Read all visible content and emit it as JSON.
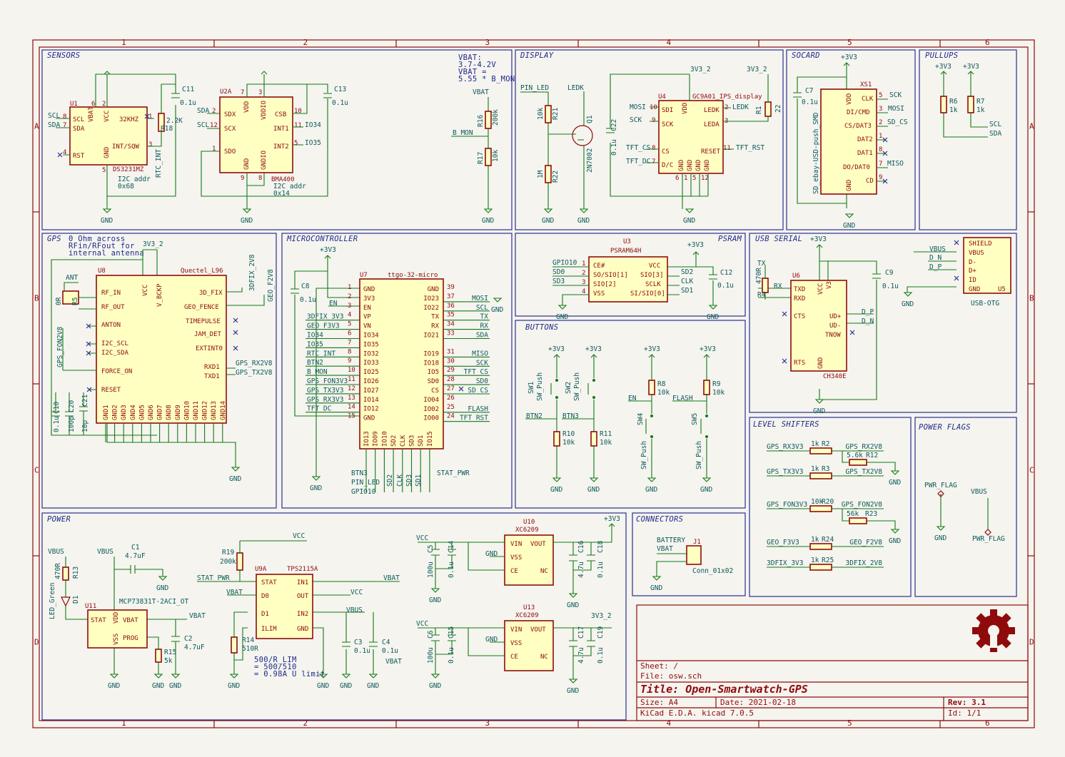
{
  "frame": {
    "col_markers": [
      "1",
      "2",
      "3",
      "4",
      "5",
      "6"
    ],
    "row_markers": [
      "A",
      "B",
      "C",
      "D"
    ]
  },
  "panels": {
    "sensors": "SENSORS",
    "display": "DISPLAY",
    "socard": "SOCARD",
    "pullups": "PULLUPS",
    "gps": "GPS",
    "gps_note": [
      "0 Ohm across",
      "RFin/RFout for",
      "internal antenna"
    ],
    "microcontroller": "MICROCONTROLLER",
    "psram": "PSRAM",
    "usb_serial": "USB SERIAL",
    "buttons": "BUTTONS",
    "level_shifters": "LEVEL SHIFTERS",
    "power_flags": "POWER FLAGS",
    "power": "POWER",
    "connectors": "CONNECTORS"
  },
  "vbat_note": [
    "VBAT:",
    "3.7-4.2V",
    "VBAT =",
    "5.55 * B_MON"
  ],
  "common": {
    "gnd": "GND",
    "v33": "+3V3",
    "v33_2": "3V3_2",
    "vbat": "VBAT",
    "vcc": "VCC",
    "vbus": "VBUS"
  },
  "u1": {
    "ref": "U1",
    "value": "DS3231MZ",
    "note1": "I2C addr",
    "note2": "0x68",
    "pins": [
      "SCL",
      "SDA",
      "RST",
      "32KHZ",
      "INT/SQW",
      "VBAT",
      "VCC",
      "GND"
    ],
    "pin_nums": [
      "8",
      "7",
      "4",
      "1",
      "3",
      "6",
      "2",
      "5"
    ],
    "nets": [
      "SCL",
      "SDA",
      "RTC_INT"
    ]
  },
  "c11": {
    "ref": "C11",
    "value": "0.1u"
  },
  "r18": {
    "ref": "R18",
    "value": "2.2K"
  },
  "u2a": {
    "ref": "U2A",
    "value": "BMA400",
    "note1": "I2C addr",
    "note2": "0x14",
    "pins": [
      "SDX",
      "SCX",
      "SDO",
      "VDD",
      "VDDIO",
      "CSB",
      "INT1",
      "INT2",
      "GND",
      "GNDIO"
    ],
    "pin_nums": [
      "2",
      "12",
      "1",
      "7",
      "3",
      "10",
      "11",
      "5",
      "9",
      "8"
    ],
    "nets": [
      "SDA",
      "SCL",
      "IO34",
      "IO35"
    ]
  },
  "c13": {
    "ref": "C13",
    "value": "0.1u"
  },
  "r16": {
    "ref": "R16",
    "value": "200k"
  },
  "r17": {
    "ref": "R17",
    "value": "10k"
  },
  "b_mon": "B_MON",
  "display": {
    "pin_led": "PIN_LED",
    "ledk": "LEDK",
    "r21": "R21",
    "r21v": "10k",
    "r22": "R22",
    "r22v": "1M",
    "q1": "Q1",
    "q1v": "2N7002",
    "c22": "C22",
    "c22v": "0.1u",
    "u4": "U4",
    "u4v": "GC9A01_IPS_display",
    "pins_l": [
      "SDI",
      "SCK",
      "CS",
      "D/C"
    ],
    "pins_r": [
      "LEDK",
      "LEDA",
      "RESET"
    ],
    "pins_b": [
      "GND",
      "GND",
      "GND",
      "GND"
    ],
    "vdd": "VDD",
    "nets_l": [
      "MOSI",
      "SCK",
      "TFT_CS",
      "TFT_DC"
    ],
    "nums_l": [
      "10",
      "9",
      "8",
      "7"
    ],
    "nets_r": [
      "LEDK",
      "TFT_RST"
    ],
    "nums_r": [
      "2",
      "3",
      "11"
    ],
    "nums_b": [
      "6",
      "1",
      "5",
      "12"
    ],
    "r1": "R1",
    "r1v": "22"
  },
  "socard": {
    "c7": "C7",
    "c7v": "0.1u",
    "xs1": "XS1",
    "xs1v": "SD_ebay-USD-push_SMD",
    "pins": [
      "CLK",
      "DI/CMD",
      "CS/DAT3",
      "DAT2",
      "DAT1",
      "DO/DAT0",
      "CD"
    ],
    "nums": [
      "5",
      "3",
      "2",
      "1",
      "8",
      "7",
      "9"
    ],
    "vdd": "VDD",
    "gnd": "GND",
    "nets": [
      "SCK",
      "MOSI",
      "SD_CS",
      "MISO"
    ]
  },
  "pullups": {
    "r6": "R6",
    "r6v": "1k",
    "r7": "R7",
    "r7v": "1k",
    "nets": [
      "SCL",
      "SDA"
    ]
  },
  "gps": {
    "u8": "U8",
    "u8v": "Quectel_L96",
    "ant": "ANT",
    "r5": "R5",
    "r5v": "0R",
    "pins_l": [
      "RF_IN",
      "RF_OUT",
      "ANTON",
      "I2C_SCL",
      "I2C_SDA",
      "FORCE_ON",
      "RESET"
    ],
    "pins_r": [
      "3D_FIX",
      "GEO_FENCE",
      "TIMEPULSE",
      "JAM_DET",
      "EXTINT0",
      "RXD1",
      "TXD1"
    ],
    "pins_b": [
      "GND1",
      "GND2",
      "GND3",
      "GND4",
      "GND5",
      "GND6",
      "GND7",
      "GND8",
      "GND9",
      "GND10",
      "GND11",
      "GND12",
      "GND13",
      "GND14"
    ],
    "vcc": "VCC",
    "vbckp": "V_BCKP",
    "nets": [
      "GPS_FON2V8",
      "3DFIX_2V8",
      "GEO_F2V8",
      "GPS_RX2V8",
      "GPS_TX2V8"
    ],
    "caps": [
      "C10",
      "C20",
      "C21"
    ],
    "capv": [
      "0.1u",
      "100p",
      "10p"
    ]
  },
  "mcu": {
    "u7": "U7",
    "u7v": "ttgo-32-micro",
    "c8": "C8",
    "c8v": "0.1u",
    "pins_l": [
      "GND",
      "3V3",
      "EN",
      "VP",
      "VN",
      "IO34",
      "IO35",
      "IO32",
      "IO33",
      "IO25",
      "IO26",
      "IO27",
      "IO14",
      "IO12",
      "GND"
    ],
    "nums_l": [
      "1",
      "2",
      "3",
      "4",
      "5",
      "6",
      "7",
      "8",
      "9",
      "10",
      "11",
      "12",
      "13",
      "14",
      "15"
    ],
    "pins_r": [
      "GND",
      "IO23",
      "IO22",
      "TX",
      "RX",
      "IO21",
      "IO19",
      "IO18",
      "IO5",
      "SD0",
      "CS",
      "IO04",
      "IO02",
      "IO00"
    ],
    "nums_r": [
      "39",
      "37",
      "36",
      "35",
      "34",
      "33",
      "31",
      "30",
      "29",
      "28",
      "27",
      "26",
      "25",
      "24"
    ],
    "pins_b": [
      "IO13",
      "IO09",
      "IO10",
      "SD2",
      "CLK",
      "SD3",
      "SD1",
      "IO15"
    ],
    "nets_l": [
      "EN",
      "3DFIX_3V3",
      "GEO_F3V3",
      "IO34",
      "IO35",
      "RTC_INT",
      "BTN2",
      "B_MON",
      "GPS_FON3V3",
      "GPS_TX3V3",
      "GPS_RX3V3",
      "TFT_DC"
    ],
    "nets_r": [
      "MOSI",
      "SCL",
      "TX",
      "RX",
      "SDA",
      "MISO",
      "SCK",
      "TFT_CS",
      "SD0",
      "SD_CS",
      "FLASH",
      "TFT_RST"
    ],
    "nets_b": [
      "BTN3",
      "PIN_LED",
      "GPIO10",
      "SD2",
      "CLK",
      "SD3",
      "SD1",
      "STAT_PWR"
    ]
  },
  "psram": {
    "u3": "U3",
    "u3v": "PSRAM64H",
    "pins_l": [
      "CE#",
      "SO/SIO[1]",
      "SIO[2]",
      "VSS"
    ],
    "pins_r": [
      "VCC",
      "SIO[3]",
      "SCLK",
      "SI/SIO[0]"
    ],
    "nets_l": [
      "GPIO10",
      "SD0",
      "SD3"
    ],
    "nets_r": [
      "SD2",
      "CLK",
      "SD1"
    ],
    "c12": "C12",
    "c12v": "0.1u"
  },
  "usbserial": {
    "u6": "U6",
    "u6v": "CH340E",
    "r4": "R4",
    "r4v": "470R",
    "c9": "C9",
    "c9v": "0.1u",
    "pins": [
      "TXD",
      "RXD",
      "CTS",
      "RTS",
      "VCC",
      "V3",
      "UD+",
      "UD-",
      "TNOW",
      "GND"
    ],
    "nets": [
      "TX",
      "RX",
      "D_P",
      "D_N"
    ],
    "u5": "U5",
    "u5v": "USB-OTG",
    "u5pins": [
      "SHIELD",
      "VBUS",
      "D-",
      "D+",
      "ID",
      "GND"
    ],
    "u5nets": [
      "VBUS",
      "D_N",
      "D_P"
    ]
  },
  "buttons": {
    "sw": [
      "SW1",
      "SW2",
      "SW4",
      "SW5"
    ],
    "swv": "SW_Push",
    "r": [
      "R10",
      "R11",
      "R8",
      "R9"
    ],
    "rv": "10k",
    "nets": [
      "BTN2",
      "BTN3",
      "EN",
      "FLASH"
    ]
  },
  "level": {
    "rows": [
      {
        "l": "GPS_RX3V3",
        "r": "GPS_RX2V8",
        "ref": "R2",
        "val": "1k",
        "ref2": "R12",
        "val2": "5.6k"
      },
      {
        "l": "GPS_TX3V3",
        "r": "GPS_TX2V8",
        "ref": "R3",
        "val": "1k"
      },
      {
        "l": "GPS_FON3V3",
        "r": "GPS_FON2V8",
        "ref": "R20",
        "val": "10k",
        "ref2": "R23",
        "val2": "56k"
      },
      {
        "l": "GEO_F3V3",
        "r": "GEO_F2V8",
        "ref": "R24",
        "val": "1k"
      },
      {
        "l": "3DFIX_3V3",
        "r": "3DFIX_2V8",
        "ref": "R25",
        "val": "1k"
      }
    ]
  },
  "flags": {
    "pwr": "PWR_FLAG"
  },
  "power": {
    "r13": "R13",
    "r13v": "470R",
    "d1": "D1",
    "d1v": "LED_Green",
    "c1": "C1",
    "c1v": "4.7uF",
    "u11": "U11",
    "u11v": "MCP73831T-2ACI_OT",
    "u11pins": [
      "STAT",
      "VDD",
      "VSS",
      "VBAT",
      "PROG"
    ],
    "r15": "R15",
    "r15v": "5k",
    "c2": "C2",
    "c2v": "4.7uF",
    "r19": "R19",
    "r19v": "200k",
    "stat_pwr": "STAT_PWR",
    "u9": "U9A",
    "u9v": "TPS2115A",
    "u9pins": [
      "STAT",
      "D0",
      "D1",
      "ILIM",
      "IN1",
      "OUT",
      "IN2",
      "GND"
    ],
    "r14": "R14",
    "r14v": "510R",
    "note": [
      "500/R_LIM",
      "= 500/510",
      "= 0.98A U limit"
    ],
    "c3": "C3",
    "c3v": "0.1u",
    "c4": "C4",
    "c4v": "0.1u",
    "u10": "U10",
    "u13": "U13",
    "regv": "XC6209",
    "regpins": [
      "VIN",
      "VSS",
      "CE",
      "VOUT",
      "NC"
    ],
    "caps1": [
      "C5",
      "C14",
      "C16",
      "C18"
    ],
    "caps2": [
      "C6",
      "C15",
      "C17",
      "C19"
    ],
    "capv": [
      "100u",
      "0.1u",
      "4.7u",
      "0.1u"
    ]
  },
  "connector": {
    "battery": "BATTERY",
    "j1": "J1",
    "j1v": "Conn_01x02"
  },
  "titleblock": {
    "sheet": "Sheet: /",
    "file": "File: osw.sch",
    "title": "Title: Open-Smartwatch-GPS",
    "size": "Size: A4",
    "date": "Date: 2021-02-18",
    "rev": "Rev: 3.1",
    "tool": "KiCad E.D.A.  kicad 7.0.5",
    "id": "Id: 1/1"
  }
}
